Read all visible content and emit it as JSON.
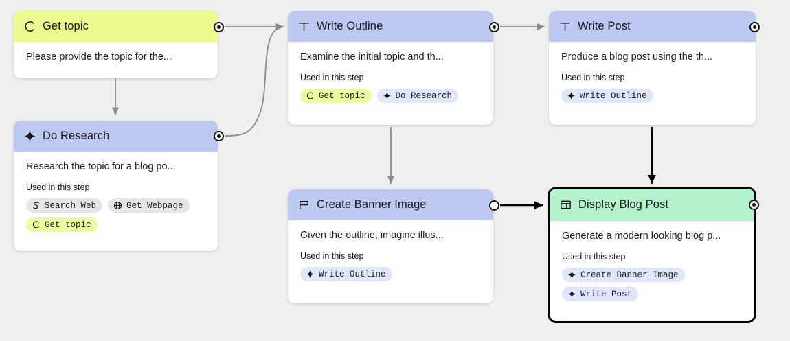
{
  "canvas": {
    "background": "#efefef",
    "selected_node": "Display Blog Post"
  },
  "labels": {
    "used_in_this_step": "Used in this step"
  },
  "colors": {
    "header_yellow": "#eefa90",
    "header_blue": "#bdc9f3",
    "header_green": "#b3f2cb",
    "chip_gray": "#e6e6e6",
    "chip_yellow": "#eefa9e",
    "chip_blue": "#e1e7fb",
    "edge_gray": "#8a8a8a",
    "edge_black": "#000000",
    "selection_border": "#000000"
  },
  "nodes": [
    {
      "id": "get-topic",
      "title": "Get topic",
      "icon": "c-arc-icon",
      "header_color": "header_yellow",
      "description": "Please provide the topic for the...",
      "used_label": "",
      "chips": []
    },
    {
      "id": "do-research",
      "title": "Do Research",
      "icon": "sparkle-icon",
      "header_color": "header_blue",
      "description": "Research the topic for a blog po...",
      "used_label": "Used in this step",
      "chips": [
        {
          "label": "Search Web",
          "icon": "s-curve-icon",
          "style": "chip_gray"
        },
        {
          "label": "Get Webpage",
          "icon": "globe-icon",
          "style": "chip_gray"
        },
        {
          "label": "Get topic",
          "icon": "c-arc-icon",
          "style": "chip_yellow"
        }
      ]
    },
    {
      "id": "write-outline",
      "title": "Write Outline",
      "icon": "text-t-icon",
      "header_color": "header_blue",
      "description": "Examine the initial topic and th...",
      "used_label": "Used in this step",
      "chips": [
        {
          "label": "Get topic",
          "icon": "c-arc-icon",
          "style": "chip_yellow"
        },
        {
          "label": "Do Research",
          "icon": "sparkle-icon",
          "style": "chip_blue"
        }
      ]
    },
    {
      "id": "write-post",
      "title": "Write Post",
      "icon": "text-t-icon",
      "header_color": "header_blue",
      "description": "Produce a blog post using the th...",
      "used_label": "Used in this step",
      "chips": [
        {
          "label": "Write Outline",
          "icon": "sparkle-icon",
          "style": "chip_blue"
        }
      ]
    },
    {
      "id": "create-banner-image",
      "title": "Create Banner Image",
      "icon": "image-p-icon",
      "header_color": "header_blue",
      "description": "Given the outline, imagine illus...",
      "used_label": "Used in this step",
      "chips": [
        {
          "label": "Write Outline",
          "icon": "sparkle-icon",
          "style": "chip_blue"
        }
      ]
    },
    {
      "id": "display-blog-post",
      "title": "Display Blog Post",
      "icon": "layout-panel-icon",
      "header_color": "header_green",
      "description": "Generate a modern looking blog p...",
      "used_label": "Used in this step",
      "selected": true,
      "chips": [
        {
          "label": "Create Banner Image",
          "icon": "sparkle-icon",
          "style": "chip_blue"
        },
        {
          "label": "Write Post",
          "icon": "sparkle-icon",
          "style": "chip_blue"
        }
      ]
    }
  ],
  "edges": [
    {
      "from": "get-topic",
      "to": "do-research",
      "style": "gray"
    },
    {
      "from": "get-topic",
      "to": "write-outline",
      "style": "gray"
    },
    {
      "from": "do-research",
      "to": "write-outline",
      "style": "gray"
    },
    {
      "from": "write-outline",
      "to": "write-post",
      "style": "gray"
    },
    {
      "from": "write-outline",
      "to": "create-banner-image",
      "style": "gray"
    },
    {
      "from": "create-banner-image",
      "to": "display-blog-post",
      "style": "black"
    },
    {
      "from": "write-post",
      "to": "display-blog-post",
      "style": "black"
    }
  ]
}
